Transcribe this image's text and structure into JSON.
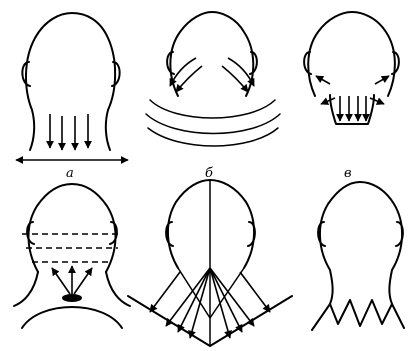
{
  "figure": {
    "panels": [
      {
        "id": "a",
        "caption": "а"
      },
      {
        "id": "b",
        "caption": "б"
      },
      {
        "id": "v",
        "caption": "в"
      },
      {
        "id": "d",
        "caption": ""
      },
      {
        "id": "e",
        "caption": ""
      },
      {
        "id": "f",
        "caption": ""
      }
    ]
  }
}
